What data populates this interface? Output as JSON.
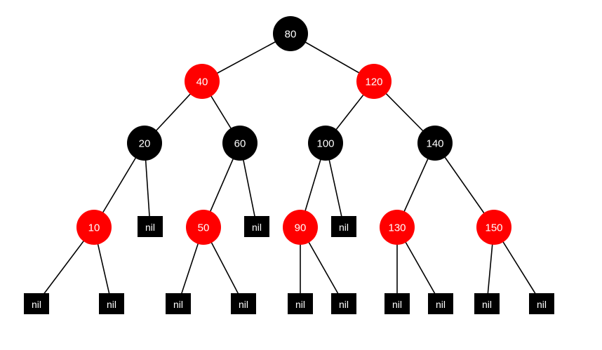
{
  "colors": {
    "red": "#ff0000",
    "black": "#000000",
    "edge": "#000000",
    "label": "#ffffff"
  },
  "tree": {
    "nodes": [
      {
        "id": "n80",
        "label": "80",
        "color": "black"
      },
      {
        "id": "n40",
        "label": "40",
        "color": "red"
      },
      {
        "id": "n120",
        "label": "120",
        "color": "red"
      },
      {
        "id": "n20",
        "label": "20",
        "color": "black"
      },
      {
        "id": "n60",
        "label": "60",
        "color": "black"
      },
      {
        "id": "n100",
        "label": "100",
        "color": "black"
      },
      {
        "id": "n140",
        "label": "140",
        "color": "black"
      },
      {
        "id": "n10",
        "label": "10",
        "color": "red"
      },
      {
        "id": "n50",
        "label": "50",
        "color": "red"
      },
      {
        "id": "n90",
        "label": "90",
        "color": "red"
      },
      {
        "id": "n130",
        "label": "130",
        "color": "red"
      },
      {
        "id": "n150",
        "label": "150",
        "color": "red"
      }
    ],
    "nil_leaves": [
      {
        "id": "nil20r",
        "label": "nil"
      },
      {
        "id": "nil60r",
        "label": "nil"
      },
      {
        "id": "nil100r",
        "label": "nil"
      },
      {
        "id": "nil10l",
        "label": "nil"
      },
      {
        "id": "nil10r",
        "label": "nil"
      },
      {
        "id": "nil50l",
        "label": "nil"
      },
      {
        "id": "nil50r",
        "label": "nil"
      },
      {
        "id": "nil90l",
        "label": "nil"
      },
      {
        "id": "nil90r",
        "label": "nil"
      },
      {
        "id": "nil130l",
        "label": "nil"
      },
      {
        "id": "nil130r",
        "label": "nil"
      },
      {
        "id": "nil150l",
        "label": "nil"
      },
      {
        "id": "nil150r",
        "label": "nil"
      }
    ],
    "edges": [
      [
        "n80",
        "n40"
      ],
      [
        "n80",
        "n120"
      ],
      [
        "n40",
        "n20"
      ],
      [
        "n40",
        "n60"
      ],
      [
        "n120",
        "n100"
      ],
      [
        "n120",
        "n140"
      ],
      [
        "n20",
        "n10"
      ],
      [
        "n20",
        "nil20r"
      ],
      [
        "n60",
        "n50"
      ],
      [
        "n60",
        "nil60r"
      ],
      [
        "n100",
        "n90"
      ],
      [
        "n100",
        "nil100r"
      ],
      [
        "n140",
        "n130"
      ],
      [
        "n140",
        "n150"
      ],
      [
        "n10",
        "nil10l"
      ],
      [
        "n10",
        "nil10r"
      ],
      [
        "n50",
        "nil50l"
      ],
      [
        "n50",
        "nil50r"
      ],
      [
        "n90",
        "nil90l"
      ],
      [
        "n90",
        "nil90r"
      ],
      [
        "n130",
        "nil130l"
      ],
      [
        "n130",
        "nil130r"
      ],
      [
        "n150",
        "nil150l"
      ],
      [
        "n150",
        "nil150r"
      ]
    ]
  }
}
